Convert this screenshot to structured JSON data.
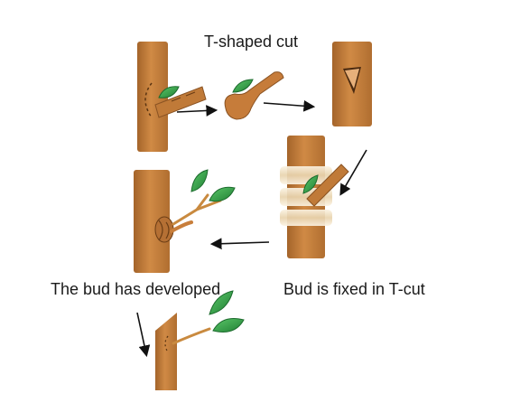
{
  "labels": {
    "t_shaped_cut": "T-shaped cut",
    "bud_developed": "The bud has developed",
    "bud_fixed": "Bud is fixed in T-cut"
  },
  "colors": {
    "bark": "#c87e3b",
    "bark_dark": "#8a5323",
    "bark_light": "#e3a866",
    "leaf": "#2fa84a",
    "leaf_dark": "#1c6b2d",
    "wrap": "#f1e2c8",
    "arrow": "#111111"
  }
}
